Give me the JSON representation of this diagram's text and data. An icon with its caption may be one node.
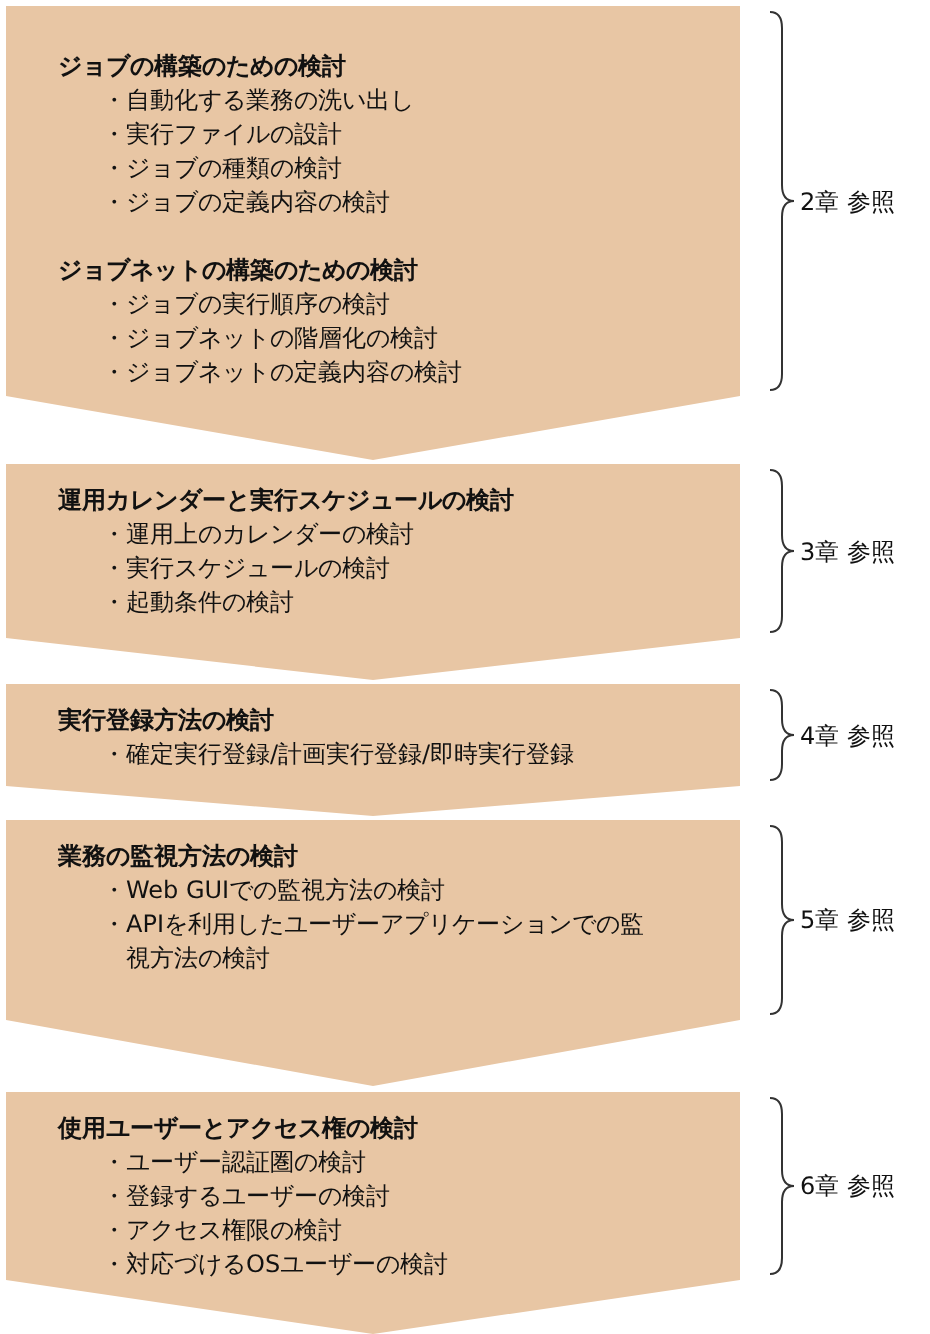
{
  "diagram": {
    "nodes": [
      {
        "text": [
          "ジョブの構築のための検討",
          "・自動化する業務の洗い出し",
          "・実行ファイルの設計",
          "・ジョブの種類の検討",
          "・ジョブの定義内容の検討",
          "ジョブネットの構築のための検討",
          "・ジョブの実行順序の検討",
          "・ジョブネットの階層化の検討",
          "・ジョブネットの定義内容の検討"
        ],
        "beside": [
          "2章 参照"
        ]
      },
      {
        "text": [
          "運用カレンダーと実行スケジュールの検討",
          "・運用上のカレンダーの検討",
          "・実行スケジュールの検討",
          "・起動条件の検討"
        ],
        "beside": [
          "3章 参照"
        ]
      },
      {
        "text": [
          "実行登録方法の検討",
          "・確定実行登録/計画実行登録/即時実行登録"
        ],
        "beside": [
          "4章 参照"
        ]
      },
      {
        "text": [
          "業務の監視方法の検討",
          "・Web GUIでの監視方法の検討",
          "・APIを利用したユーザーアプリケーションでの監視方法の検討"
        ],
        "beside": [
          "5章 参照"
        ]
      },
      {
        "text": [
          "使用ユーザーとアクセス権の検討",
          "・ユーザー認証圏の検討",
          "・登録するユーザーの検討",
          "・アクセス権限の検討",
          "・対応づけるOSユーザーの検討"
        ],
        "beside": [
          "6章 参照"
        ]
      }
    ]
  }
}
